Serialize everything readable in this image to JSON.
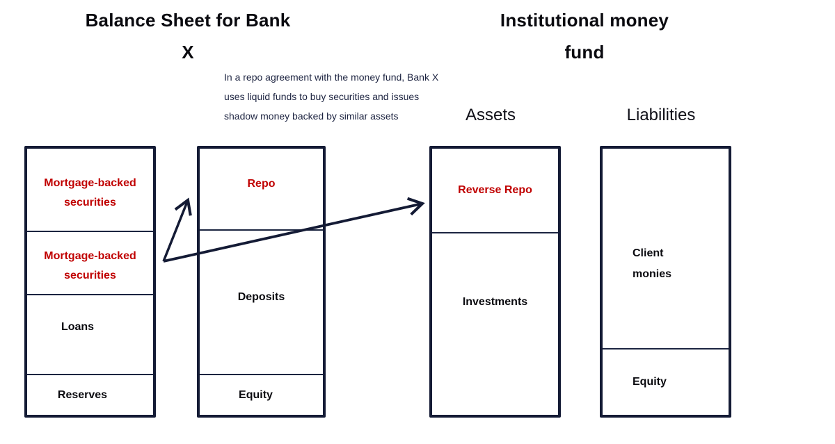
{
  "titles": {
    "bank_line1": "Balance Sheet for Bank",
    "bank_line2": "X",
    "fund_line1": "Institutional money",
    "fund_line2": "fund"
  },
  "annotation": {
    "text": "In a repo agreement with the money fund, Bank X\nuses liquid funds to buy securities and issues\nshadow money backed by similar assets"
  },
  "column_labels": {
    "assets": "Assets",
    "liabilities": "Liabilities"
  },
  "boxes": {
    "bank_assets": {
      "sections": [
        {
          "label": "Mortgage-backed\nsecurities",
          "emphasis": "red"
        },
        {
          "label": "Mortgage-backed\nsecurities",
          "emphasis": "red"
        },
        {
          "label": "Loans",
          "emphasis": "black"
        },
        {
          "label": "Reserves",
          "emphasis": "black"
        }
      ]
    },
    "bank_liabilities": {
      "sections": [
        {
          "label": "Repo",
          "emphasis": "red"
        },
        {
          "label": "Deposits",
          "emphasis": "black"
        },
        {
          "label": "Equity",
          "emphasis": "black"
        }
      ]
    },
    "fund_assets": {
      "sections": [
        {
          "label": "Reverse Repo",
          "emphasis": "red"
        },
        {
          "label": "Investments",
          "emphasis": "black"
        }
      ]
    },
    "fund_liabilities": {
      "sections": [
        {
          "label": "Client\nmonies",
          "emphasis": "black"
        },
        {
          "label": "Equity",
          "emphasis": "black"
        }
      ]
    }
  },
  "arrows": [
    {
      "name": "repo-arrow",
      "from": "Mortgage-backed securities (Bank X assets)",
      "to": "Repo (Bank X liabilities)"
    },
    {
      "name": "reverse-repo-arrow",
      "from": "Mortgage-backed securities (Bank X assets)",
      "to": "Reverse Repo (money fund assets)"
    }
  ],
  "colors": {
    "accent_red": "#c00000",
    "ink_navy": "#141b35",
    "text_black": "#0a0a0f"
  }
}
